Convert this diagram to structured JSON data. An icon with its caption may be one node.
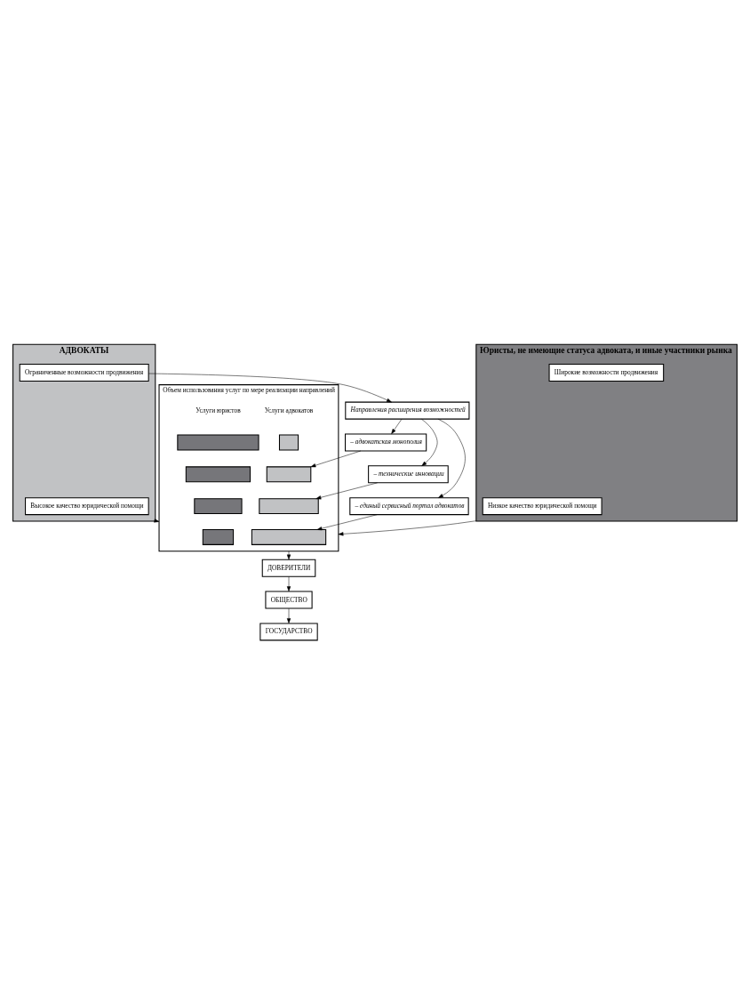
{
  "diagram": {
    "nodes": [
      {
        "text": [
          "Юристы, не имеющие статуса адвоката, и иные участники рынка"
        ]
      },
      {
        "text": [
          "Низкое качество юридической помощи"
        ],
        "in": 0
      },
      {
        "text": [
          "Широкие возможности продвижения"
        ],
        "in": 0
      },
      {
        "text": [
          "АДВОКАТЫ"
        ]
      },
      {
        "text": [
          "Высокое качество юридической помощи"
        ],
        "in": 3
      },
      {
        "text": [
          "Ограниченные возможности продвижения"
        ],
        "in": 3
      },
      {
        "text": [
          "Объем использования услуг по мере реализации направлений"
        ]
      },
      {
        "text": [],
        "shape": "bar",
        "in": 6
      },
      {
        "text": [],
        "shape": "bar",
        "in": 6
      },
      {
        "text": [],
        "shape": "bar",
        "in": 6
      },
      {
        "text": [],
        "shape": "bar",
        "in": 6
      },
      {
        "text": [],
        "shape": "bar",
        "in": 6
      },
      {
        "text": [],
        "shape": "bar",
        "in": 6
      },
      {
        "text": [],
        "shape": "bar",
        "in": 6
      },
      {
        "text": [],
        "shape": "bar",
        "in": 6
      },
      {
        "text": [
          "Направления расширения возможностей"
        ]
      },
      {
        "text": [
          "– адвокатская монополия"
        ]
      },
      {
        "text": [
          "– технические инновации"
        ]
      },
      {
        "text": [
          "– единый сервисный портал адвокатов"
        ]
      },
      {
        "text": [
          "ДОВЕРИТЕЛИ"
        ]
      },
      {
        "text": [
          "ОБЩЕСТВО"
        ]
      },
      {
        "text": [
          "ГОСУДАРСТВО"
        ]
      }
    ],
    "edges": [
      {
        "from": 0,
        "to": 6,
        "arrow": "to"
      },
      {
        "from": 3,
        "to": 6,
        "arrow": "to"
      },
      {
        "from": 5,
        "to": 15,
        "arrow": "to"
      },
      {
        "from": 15,
        "to": 16,
        "arrow": "to"
      },
      {
        "from": 15,
        "to": 17,
        "arrow": "to"
      },
      {
        "from": 15,
        "to": 18,
        "arrow": "to"
      },
      {
        "from": 16,
        "to": 10,
        "arrow": "to"
      },
      {
        "from": 17,
        "to": 12,
        "arrow": "to"
      },
      {
        "from": 18,
        "to": 14,
        "arrow": "to"
      },
      {
        "from": 6,
        "to": 19,
        "arrow": "to"
      },
      {
        "from": 19,
        "to": 20,
        "arrow": "to"
      },
      {
        "from": 20,
        "to": 21,
        "arrow": "to"
      }
    ],
    "labels": [
      "Услуги юристов",
      "Услуги адвокатов"
    ]
  }
}
